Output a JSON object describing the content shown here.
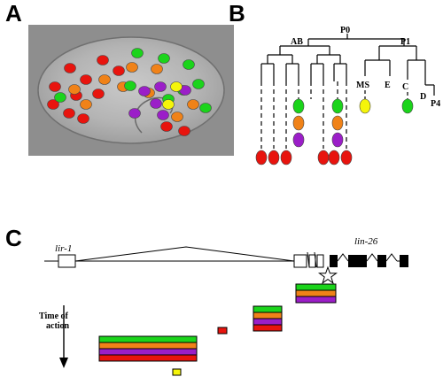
{
  "panels": {
    "a": "A",
    "b": "B",
    "c": "C"
  },
  "colors": {
    "red": "#e8140e",
    "orange": "#f08218",
    "green": "#1bd41b",
    "purple": "#9b1ec8",
    "yellow": "#f5f50a",
    "black": "#000000",
    "embryo_bg": "#8e8e8e"
  },
  "lineage_labels": {
    "p0": "P0",
    "ab": "AB",
    "p1": "P1",
    "ms": "MS",
    "e": "E",
    "c": "C",
    "d": "D",
    "p4": "P4"
  },
  "gene_labels": {
    "lir1": "lir-1",
    "lin26": "lin-26"
  },
  "time_axis": {
    "line1": "Time of",
    "line2": "action"
  },
  "embryo_cells": [
    {
      "color": "red",
      "count": 12
    },
    {
      "color": "orange",
      "count": 9
    },
    {
      "color": "green",
      "count": 9
    },
    {
      "color": "purple",
      "count": 6
    },
    {
      "color": "yellow",
      "count": 2
    }
  ]
}
